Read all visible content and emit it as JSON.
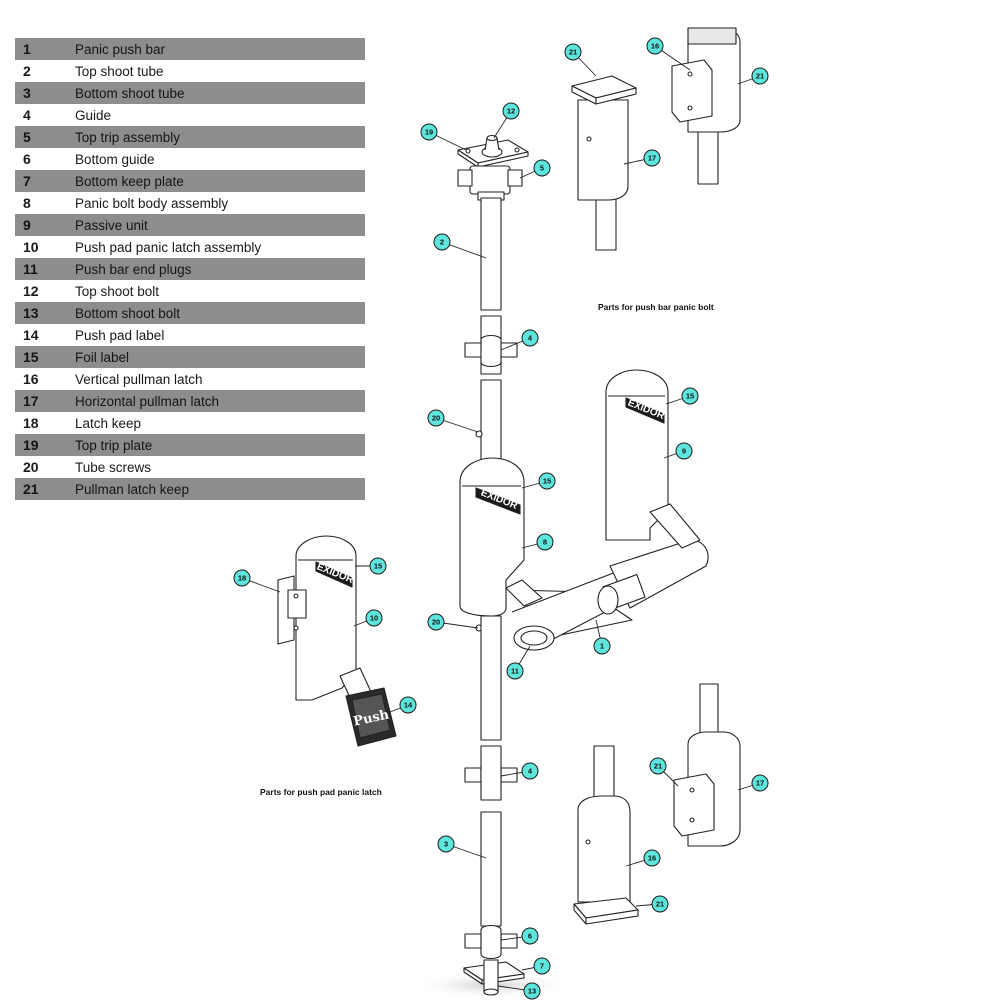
{
  "parts": [
    {
      "num": "1",
      "name": "Panic push bar"
    },
    {
      "num": "2",
      "name": "Top shoot tube"
    },
    {
      "num": "3",
      "name": "Bottom shoot tube"
    },
    {
      "num": "4",
      "name": "Guide"
    },
    {
      "num": "5",
      "name": "Top trip assembly"
    },
    {
      "num": "6",
      "name": "Bottom guide"
    },
    {
      "num": "7",
      "name": "Bottom keep plate"
    },
    {
      "num": "8",
      "name": "Panic bolt body assembly"
    },
    {
      "num": "9",
      "name": "Passive unit"
    },
    {
      "num": "10",
      "name": "Push pad panic latch assembly"
    },
    {
      "num": "11",
      "name": "Push bar end plugs"
    },
    {
      "num": "12",
      "name": "Top shoot bolt"
    },
    {
      "num": "13",
      "name": "Bottom shoot bolt"
    },
    {
      "num": "14",
      "name": "Push pad label"
    },
    {
      "num": "15",
      "name": "Foil label"
    },
    {
      "num": "16",
      "name": "Vertical pullman latch"
    },
    {
      "num": "17",
      "name": "Horizontal pullman latch"
    },
    {
      "num": "18",
      "name": "Latch keep"
    },
    {
      "num": "19",
      "name": "Top trip plate"
    },
    {
      "num": "20",
      "name": "Tube screws"
    },
    {
      "num": "21",
      "name": "Pullman latch keep"
    }
  ],
  "captions": {
    "push_bar": "Parts for push bar panic bolt",
    "push_pad": "Parts for push pad panic latch"
  },
  "brand_label": "EXIDOR",
  "push_label": "Push",
  "callouts": [
    {
      "n": "12"
    },
    {
      "n": "19"
    },
    {
      "n": "5"
    },
    {
      "n": "2"
    },
    {
      "n": "4"
    },
    {
      "n": "20"
    },
    {
      "n": "15"
    },
    {
      "n": "8"
    },
    {
      "n": "20"
    },
    {
      "n": "11"
    },
    {
      "n": "1"
    },
    {
      "n": "15"
    },
    {
      "n": "9"
    },
    {
      "n": "18"
    },
    {
      "n": "15"
    },
    {
      "n": "10"
    },
    {
      "n": "14"
    },
    {
      "n": "4"
    },
    {
      "n": "3"
    },
    {
      "n": "6"
    },
    {
      "n": "7"
    },
    {
      "n": "13"
    },
    {
      "n": "21"
    },
    {
      "n": "16"
    },
    {
      "n": "21"
    },
    {
      "n": "17"
    },
    {
      "n": "21"
    },
    {
      "n": "17"
    },
    {
      "n": "16"
    },
    {
      "n": "21"
    }
  ],
  "colors": {
    "row_shade": "#8d8d8d",
    "callout": "#5ee6de",
    "line": "#222222"
  }
}
